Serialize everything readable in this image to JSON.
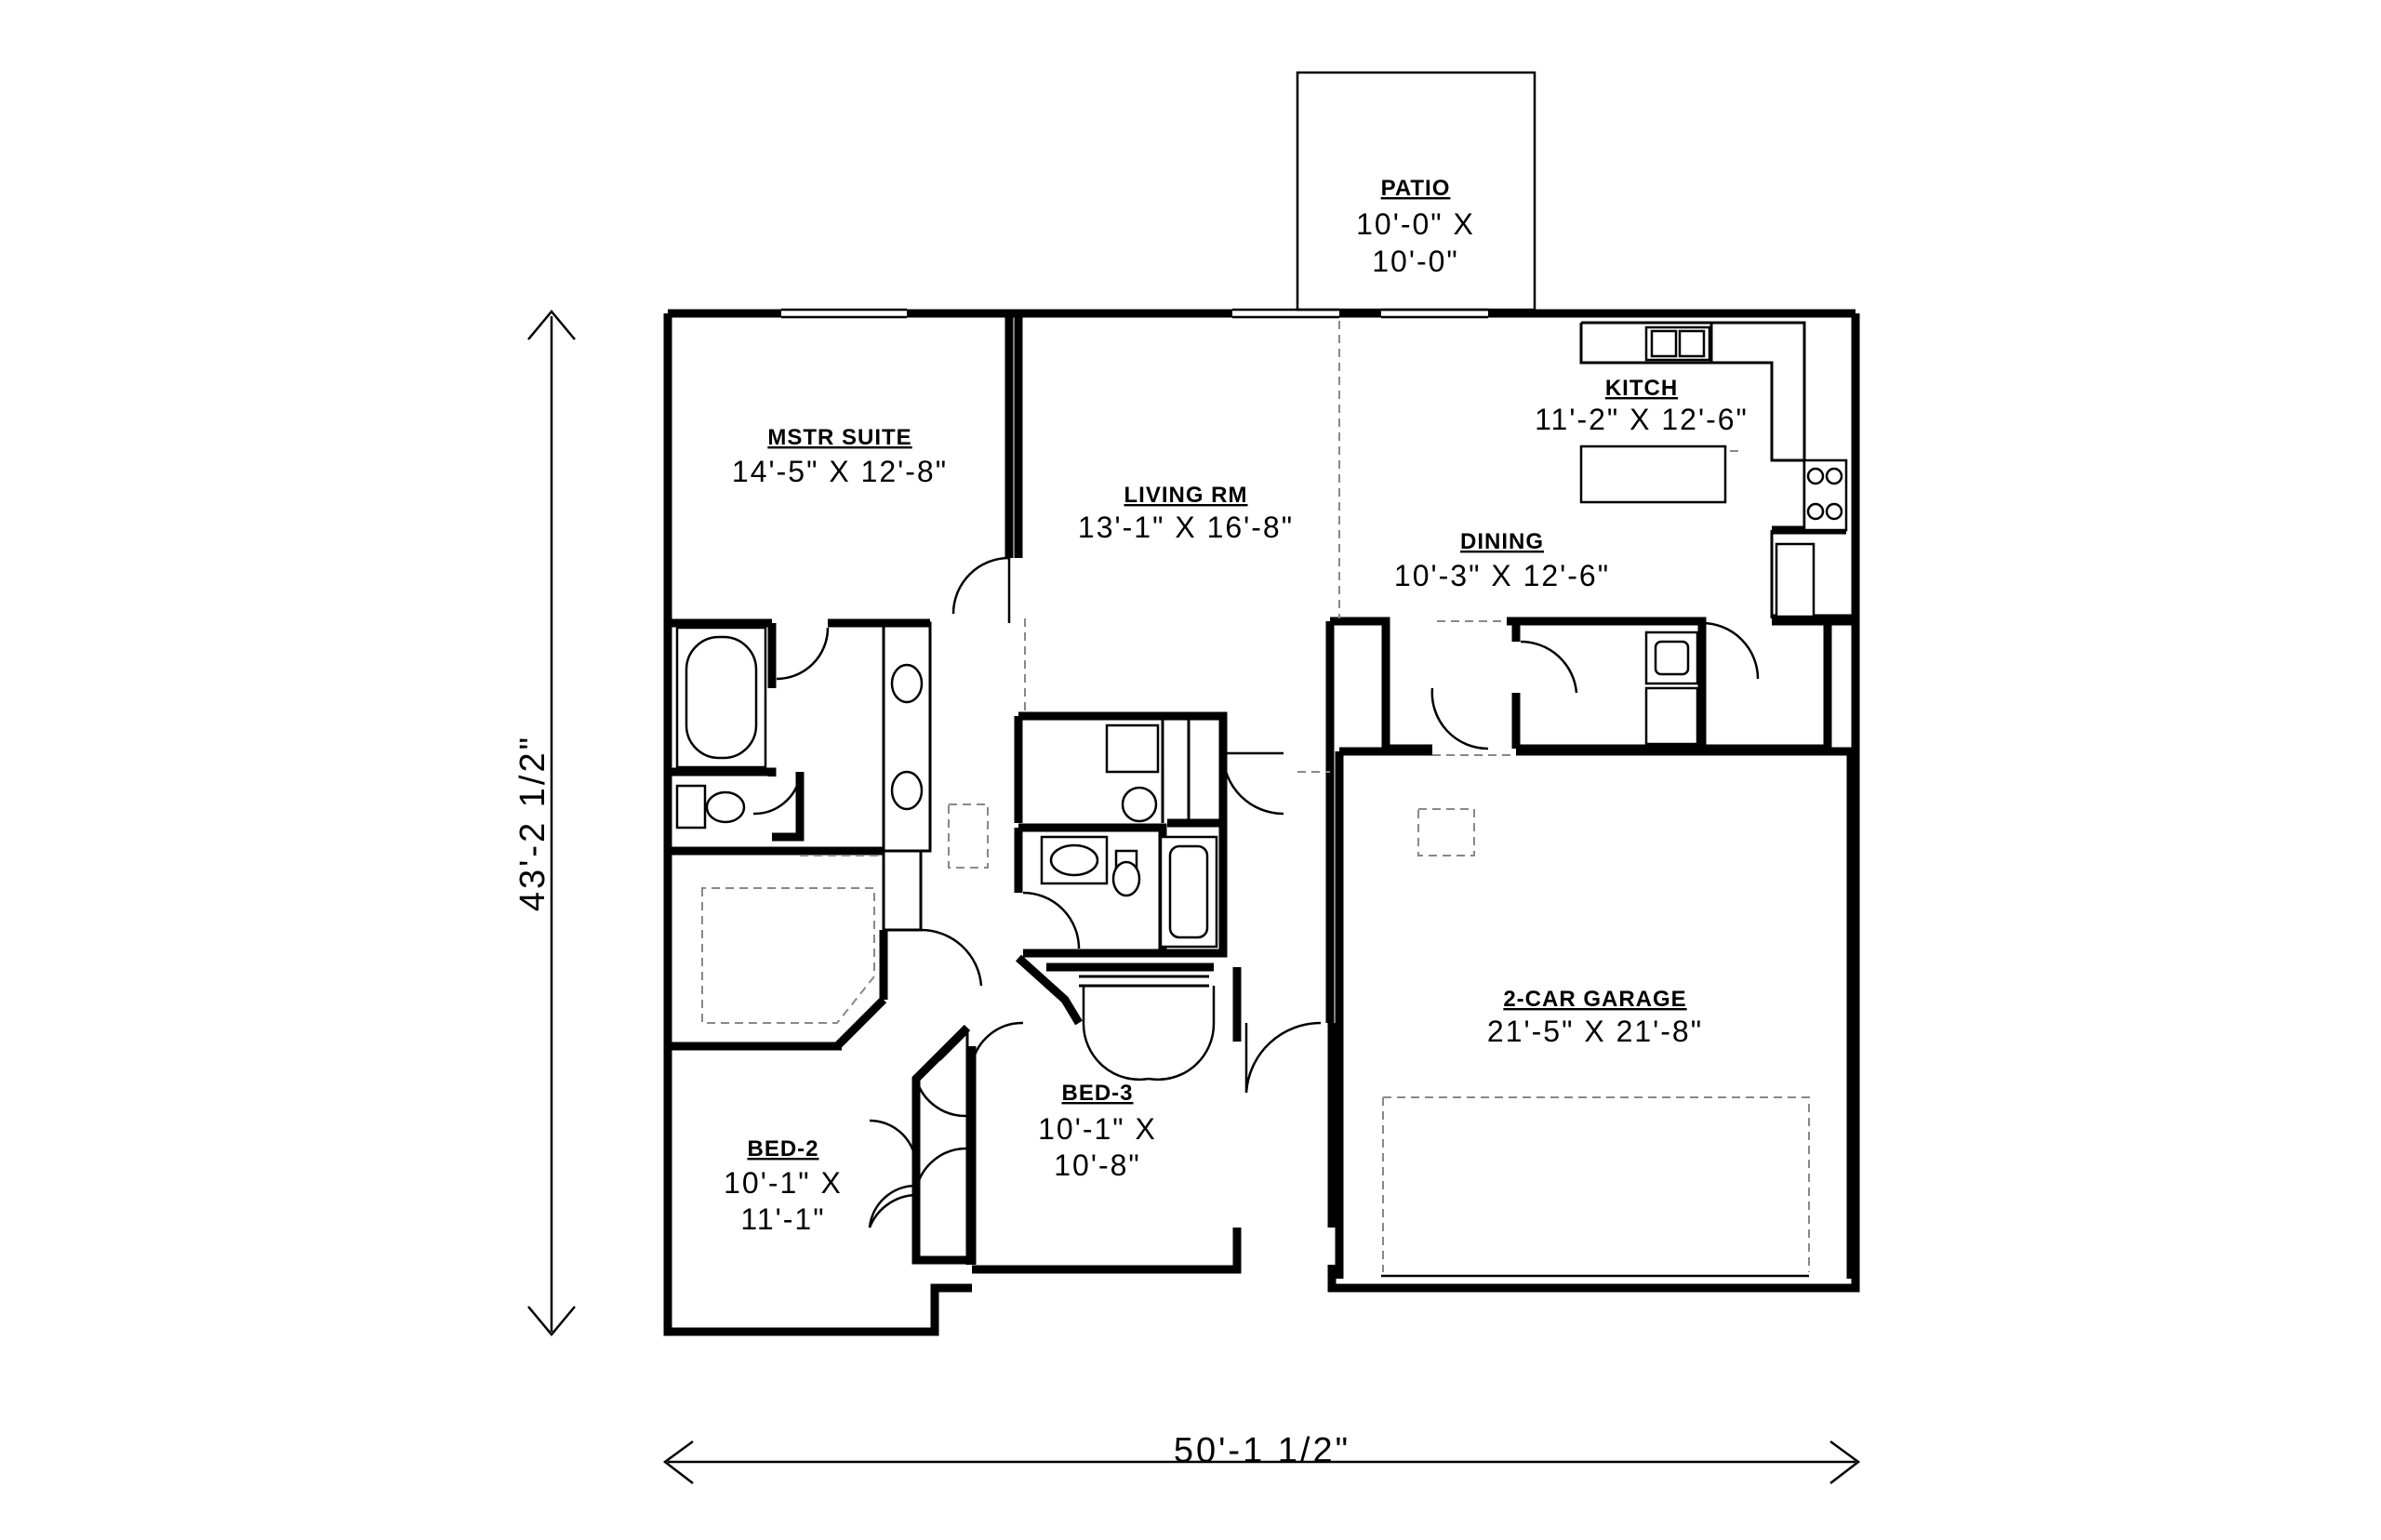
{
  "rooms": {
    "patio": {
      "name": "PATIO",
      "dim1": "10'-0\" X",
      "dim2": "10'-0\""
    },
    "kitch": {
      "name": "KITCH",
      "dim1": "11'-2\" X 12'-6\""
    },
    "mstr": {
      "name": "MSTR SUITE",
      "dim1": "14'-5\" X 12'-8\""
    },
    "living": {
      "name": "LIVING RM",
      "dim1": "13'-1\" X 16'-8\""
    },
    "dining": {
      "name": "DINING",
      "dim1": "10'-3\" X 12'-6\""
    },
    "garage": {
      "name": "2-CAR GARAGE",
      "dim1": "21'-5\" X 21'-8\""
    },
    "bed3": {
      "name": "BED-3",
      "dim1": "10'-1\" X",
      "dim2": "10'-8\""
    },
    "bed2": {
      "name": "BED-2",
      "dim1": "10'-1\" X",
      "dim2": "11'-1\""
    }
  },
  "overall": {
    "depth": "43'-2 1/2\"",
    "width": "50'-1 1/2\""
  }
}
